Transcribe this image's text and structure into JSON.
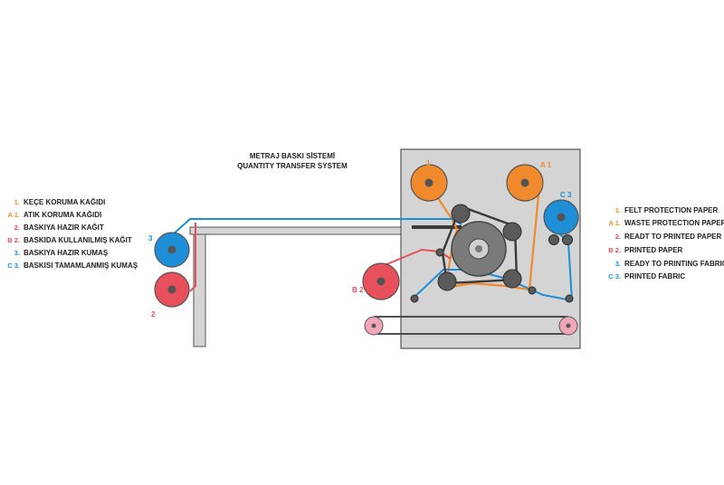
{
  "title": {
    "line1": "METRAJ BASKI SİSTEMİ",
    "line2": "QUANTITY TRANSFER SYSTEM"
  },
  "legend_tr": [
    {
      "key": "1.",
      "text": "KEÇE KORUMA KAĞIDI",
      "color": "#f08a2c"
    },
    {
      "key": "A 1.",
      "text": "ATIK KORUMA KAĞIDI",
      "color": "#f08a2c"
    },
    {
      "key": "2.",
      "text": "BASKIYA HAZIR KAĞIT",
      "color": "#e8505b"
    },
    {
      "key": "B 2.",
      "text": "BASKIDA KULLANILMIŞ KAĞIT",
      "color": "#e8505b"
    },
    {
      "key": "3.",
      "text": "BASKIYA HAZIR KUMAŞ",
      "color": "#1e8ed6"
    },
    {
      "key": "C 3.",
      "text": "BASKISI TAMAMLANMIŞ KUMAŞ",
      "color": "#1e8ed6"
    }
  ],
  "legend_en": [
    {
      "key": "1.",
      "text": "FELT PROTECTION PAPER",
      "color": "#f08a2c"
    },
    {
      "key": "A 1.",
      "text": "WASTE PROTECTION PAPER",
      "color": "#f08a2c"
    },
    {
      "key": "2.",
      "text": "READT TO PRINTED PAPER",
      "color": "#e8505b"
    },
    {
      "key": "B 2.",
      "text": "PRINTED PAPER",
      "color": "#e8505b"
    },
    {
      "key": "3.",
      "text": "READY TO PRINTING FABRIC",
      "color": "#1e8ed6"
    },
    {
      "key": "C 3.",
      "text": "PRINTED FABRIC",
      "color": "#1e8ed6"
    }
  ],
  "roll_labels": {
    "r1": "1",
    "ra1": "A 1",
    "rc3": "C 3",
    "r3": "3",
    "r2": "2",
    "rb2": "B 2"
  },
  "colors": {
    "orange": "#f08a2c",
    "red": "#e8505b",
    "blue": "#1e8ed6",
    "pink": "#f2a6b8",
    "machine": "#d4d4d4",
    "dark": "#3a3a3a"
  }
}
